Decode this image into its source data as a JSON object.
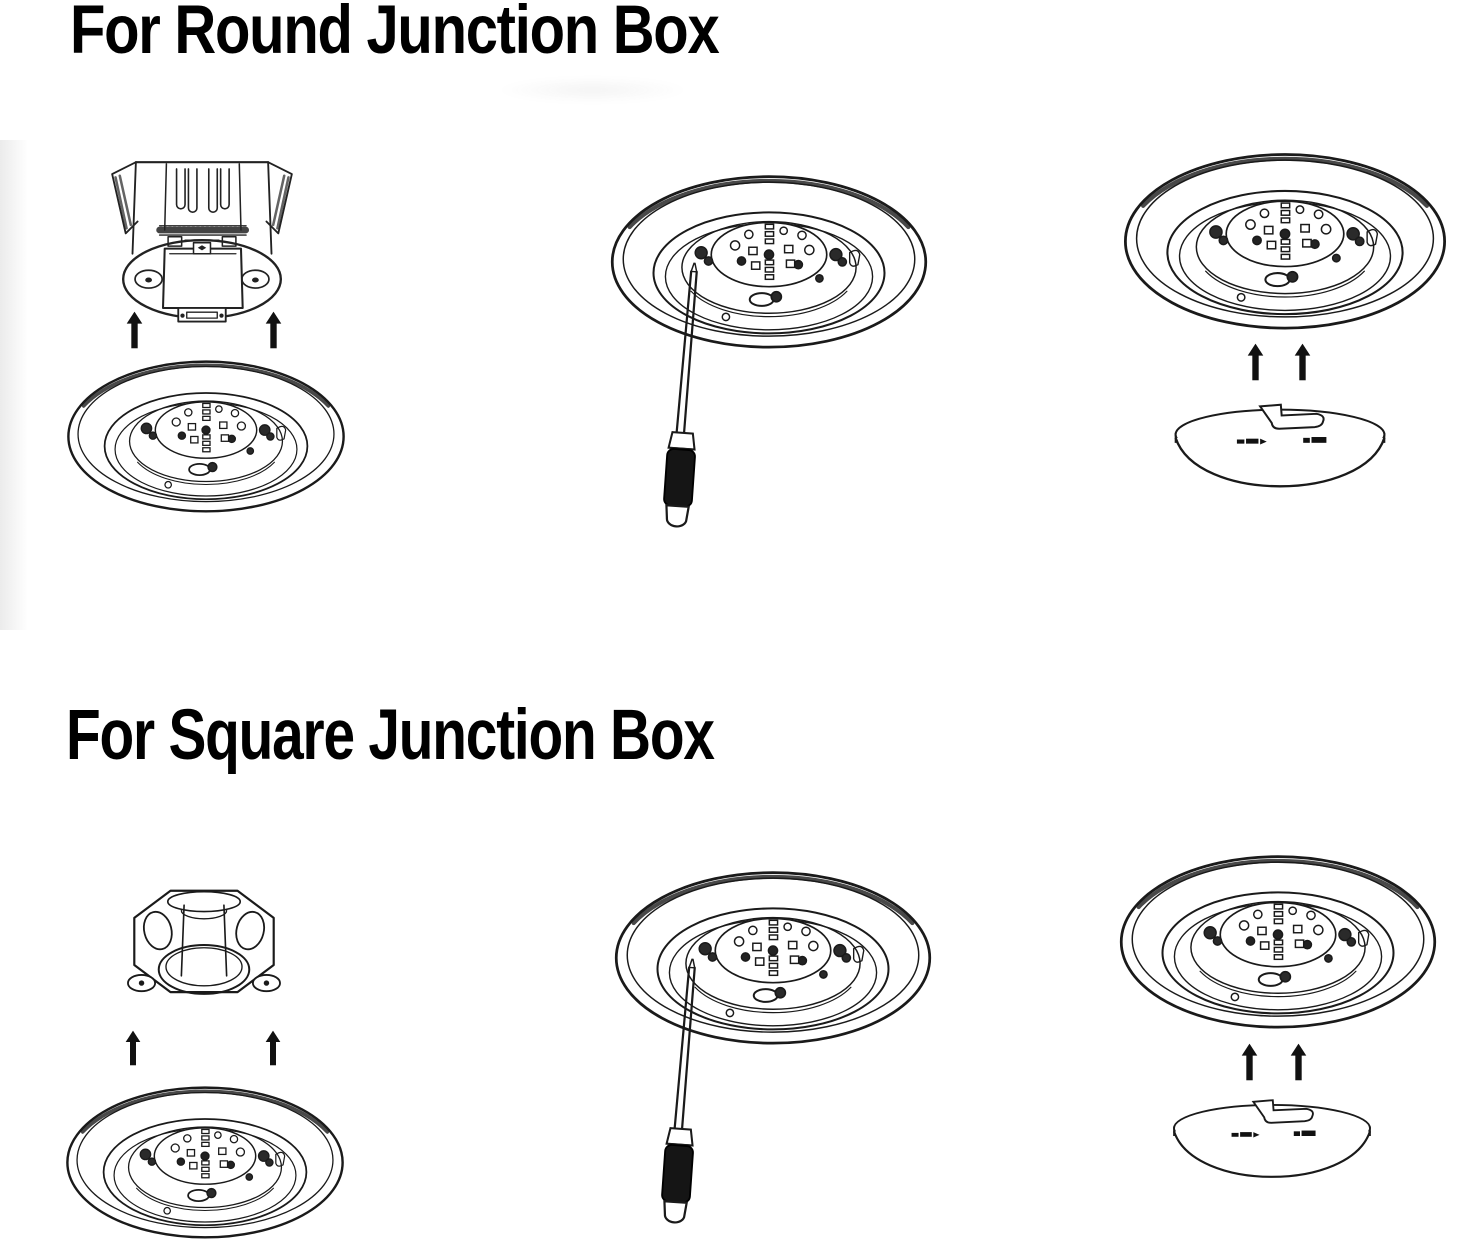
{
  "titles": {
    "round_section": "For Round Junction Box",
    "square_section": "For Square Junction Box"
  },
  "colors": {
    "ink": "#1a1a1a",
    "paper": "#ffffff",
    "arrow": "#111111",
    "screwdriver_grip": "#151515"
  },
  "icons": {
    "up_arrow": "solid-black-up-arrow",
    "screwdriver": "flathead-screwdriver",
    "round_junction_box": "round-ceiling-junction-box-with-mounting-ears",
    "square_junction_box": "octagonal-junction-box-with-knockouts",
    "trim_fixture": "recessed-trim-ring-with-led-module",
    "cover_plate": "round-cover-plate-with-keyhole-slot"
  }
}
